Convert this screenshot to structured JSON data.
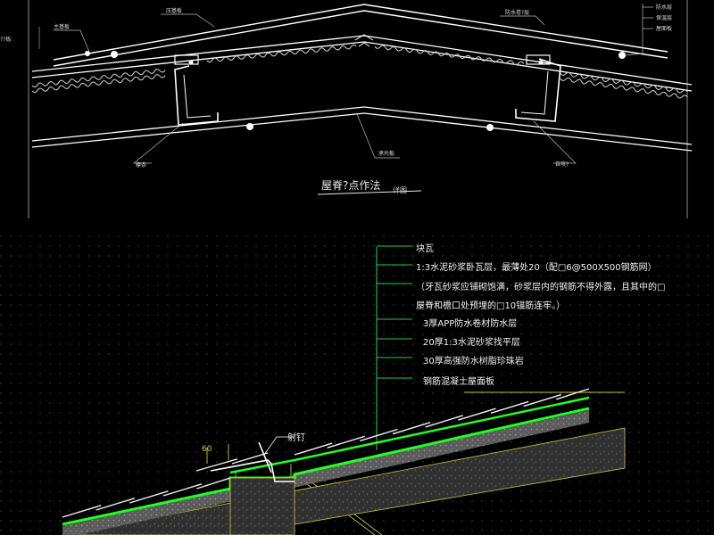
{
  "top_detail": {
    "title": "屋脊?点作法",
    "title_suffix": "详图",
    "left_edge_label": "??板",
    "labels": {
      "top_left_a": "主基板",
      "top_left_b": "压基板",
      "top_right_a": "防水卷?层",
      "right_stack": [
        "防水层",
        "保温层",
        "屋面板"
      ],
      "lower_left": "檩条",
      "lower_mid": "承托板",
      "lower_right": "自攻?"
    }
  },
  "bottom_detail": {
    "legend": [
      "块瓦",
      "1:3水泥砂浆卧瓦层，最薄处20（配□6@500X500钢筋网）",
      "（牙瓦砂浆应铺砌饱满，砂浆层内的钢筋不得外露，且其中的□",
      "屋脊和檐口处预埋的□10锚筋连牢。）",
      "3厚APP防水卷材防水层",
      "20厚1:3水泥砂浆找平层",
      "30厚高强防水树脂珍珠岩",
      "钢筋混凝土屋面板"
    ],
    "nail_label": "射钉",
    "dim_label": "60"
  },
  "colors": {
    "background": "#000000",
    "line_white": "#ffffff",
    "line_grey": "#9a9a9a",
    "accent_green": "#22ff22",
    "leader_green": "#22cc44",
    "dim_yellow": "#c8c832",
    "grid_dots": "#3c3c3c"
  }
}
